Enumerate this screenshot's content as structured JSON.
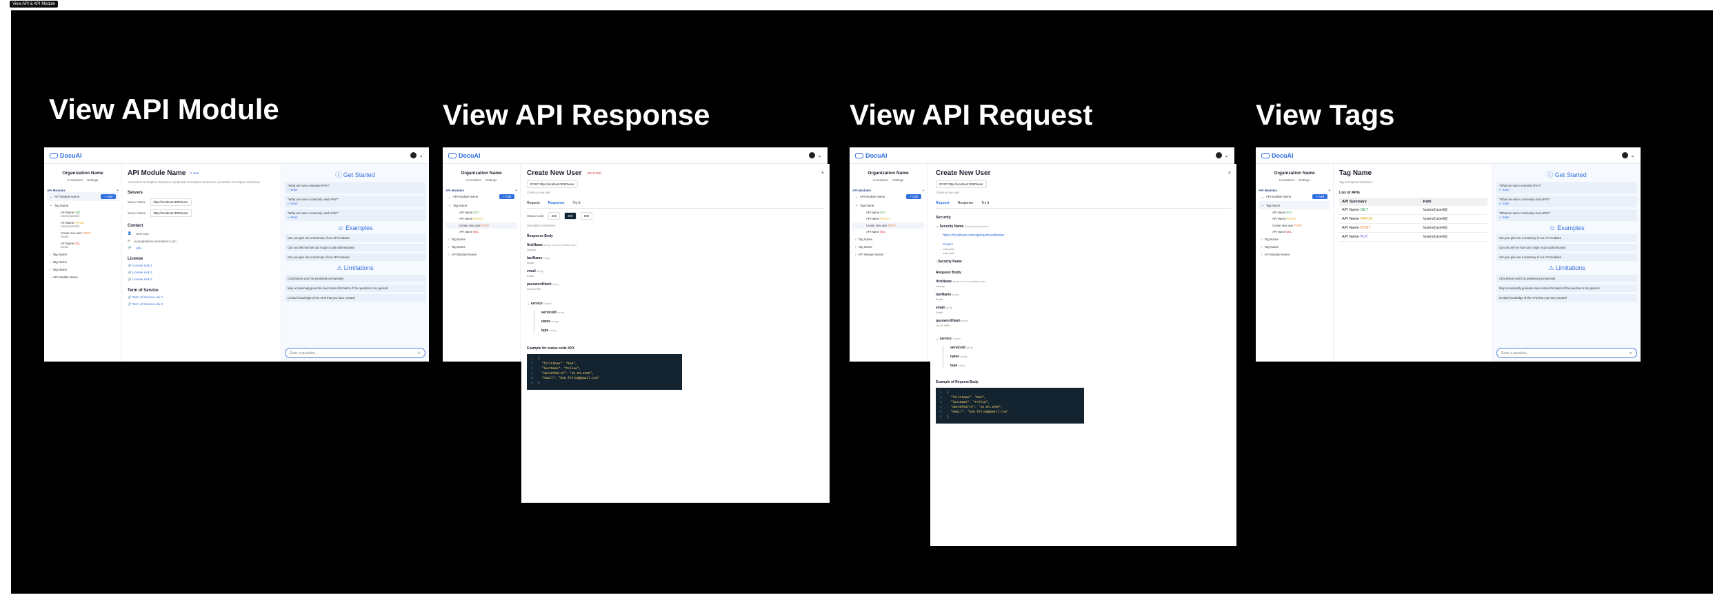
{
  "frame_tag": "View API & API Module",
  "titles": [
    "View API Module",
    "View API Response",
    "View API Request",
    "View Tags"
  ],
  "common": {
    "logo": "DocuAI",
    "org_name": "Organization Name",
    "members": "2 members",
    "settings": "Settings",
    "api_modules": "API Modules",
    "add": "+ Add",
    "module_name": "API Module Name",
    "tag": "Tag Name",
    "api_name": "API Name",
    "create_user": "Create new user",
    "get_started": "Get Started",
    "examples": "Examples",
    "limitations": "Limitations",
    "questions": [
      "\"What are some essential APIs?\"",
      "\"What are some commonly used APIs?\"",
      "\"What are some commonly used APIs?\""
    ],
    "enter": "Enter",
    "example_cards": [
      "Can you give me a summary of our API modules",
      "Can you tell me how can I login or get authenticated",
      "Can you give me a summary of our API modules"
    ],
    "limitation_cards": [
      "Chat history won't be persisted permanently",
      "May occasionally generate inaccurate information if the question is too general",
      "Limited knowledge of the APIs that you have created"
    ],
    "chat_placeholder": "Enter a question..."
  },
  "module_view": {
    "title": "API Module Name",
    "edit": "Edit",
    "desc": "Api Module Description Worldview Api Module Description Worldview Api Module Description Worldview",
    "servers": "Servers",
    "server_label": "Server Name",
    "server_url": "http://localhost:3000/user",
    "contact": "Contact",
    "contact_name": "John Doe",
    "contact_email": "example@documentation.com",
    "contact_url": "URL",
    "license": "License",
    "licenses": [
      "License Link 1",
      "License Link 2",
      "License Link 3"
    ],
    "terms": "Term of Service",
    "term_links": [
      "Term of Service Link 1",
      "Term of Service Link 2"
    ]
  },
  "response_view": {
    "title": "Create New User",
    "badge": "DELETED",
    "method": "POST",
    "url": "http://localhost:3000/user",
    "sub": "Create a new user",
    "tabs": [
      "Request",
      "Response",
      "Try it"
    ],
    "status_code_label": "Status Code",
    "codes": [
      "200",
      "400",
      "500"
    ],
    "desc": "Description Worldview",
    "body": "Response Body",
    "fields": [
      {
        "name": "firstName",
        "type": "string",
        "note": "id of an existing user",
        "ex": "Johnny"
      },
      {
        "name": "lastName",
        "type": "string",
        "note": "",
        "ex": "Smith"
      },
      {
        "name": "email",
        "type": "string",
        "note": "",
        "ex": "Email"
      },
      {
        "name": "passwordHash",
        "type": "string",
        "note": "",
        "ex": "15.04.1990"
      }
    ],
    "service": "service",
    "object": "Object",
    "sub_fields": [
      "serviceId",
      "name",
      "type"
    ],
    "example_label": "Example for status code XXX",
    "code": [
      "{",
      "\"firstName\": \"Bob\",",
      "\"lastName\": \"Fellow\",",
      "\"dateOfBirth\": \"15.04.1990\",",
      "\"email\": \"bob.fellow@gmail.com\"",
      "}"
    ]
  },
  "request_view": {
    "security": "Security",
    "security_name": "Security Name",
    "security_desc": "Security Description",
    "auth_url": "https://localhost.com/api/oauth/authorize",
    "scopes": "Scopes",
    "scope_items": [
      "read:pets",
      "write:pets"
    ],
    "body": "Request Body",
    "example_label": "Example of Request Body"
  },
  "tags_view": {
    "title": "Tag Name",
    "desc": "Tag description Worldview",
    "list": "List of APIs",
    "headers": [
      "API Summary",
      "Path"
    ],
    "rows": [
      {
        "name": "API Name",
        "method": "GET",
        "path": "/users/{userId}"
      },
      {
        "name": "API Name",
        "method": "PATCH",
        "path": "/users/{userId}"
      },
      {
        "name": "API Name",
        "method": "POST",
        "path": "/users/{userId}"
      },
      {
        "name": "API Name",
        "method": "PUT",
        "path": "/users/{userId}"
      }
    ]
  },
  "colors": {
    "brand": "#2f6fe0",
    "board": "#000000",
    "code_bg": "#13232f"
  }
}
